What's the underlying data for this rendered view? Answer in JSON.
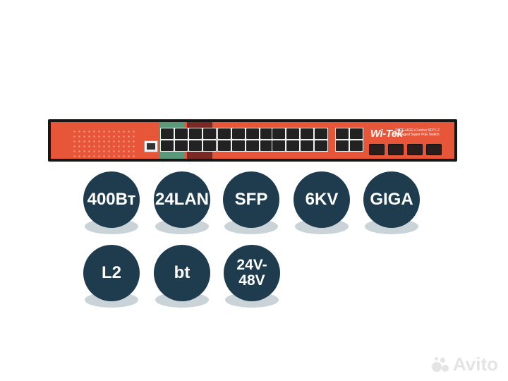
{
  "product": {
    "brand": "Wi-Tek",
    "model_text": "24GE+4GE+Combo SFP L2 Managed Super PoE Switch",
    "colors": {
      "chassis": "#e8563a",
      "frame": "#161616",
      "badge": "#1e3c4e"
    }
  },
  "features": [
    {
      "label": "400Вт"
    },
    {
      "label": "24LAN"
    },
    {
      "label": "SFP"
    },
    {
      "label": "6KV"
    },
    {
      "label": "GIGA"
    },
    {
      "label": "L2"
    },
    {
      "label": "bt"
    },
    {
      "label": "24V-\n48V"
    }
  ],
  "watermark": {
    "text": "Avito"
  }
}
